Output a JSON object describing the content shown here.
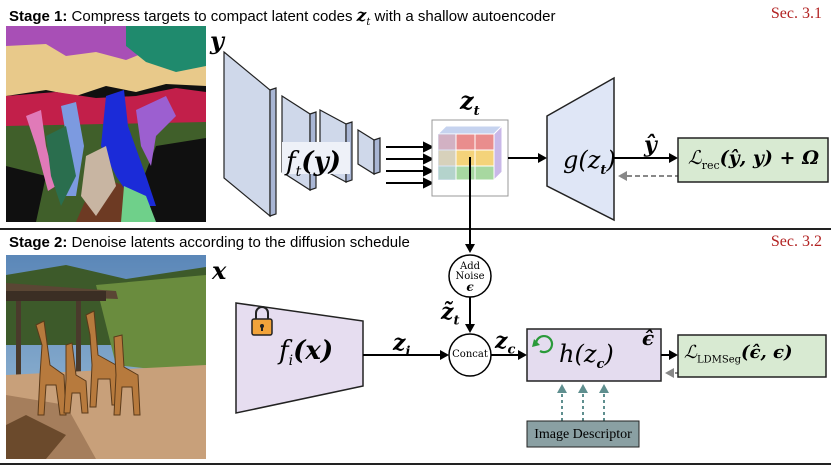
{
  "stage1": {
    "title_bold": "Stage 1:",
    "title_text": "Compress targets to compact latent codes",
    "title_math": "z",
    "title_sub": "t",
    "title_tail": "with a shallow autoencoder",
    "section": "Sec. 3.1",
    "image_label": "y",
    "encoder_label": "f",
    "encoder_sub": "t",
    "encoder_arg": "(y)",
    "latent_label": "z",
    "latent_sub": "t",
    "decoder_label": "g(z",
    "decoder_sub": "t",
    "decoder_close": ")",
    "output_label": "ŷ",
    "loss_label": "ℒ",
    "loss_sub": "rec",
    "loss_arg": "(ŷ, y) + Ω"
  },
  "stage2": {
    "title_bold": "Stage 2:",
    "title_text": "Denoise latents according to the diffusion schedule",
    "section": "Sec. 3.2",
    "image_label": "x",
    "add_noise_line1": "Add",
    "add_noise_line2": "Noise",
    "add_noise_line3": "ϵ",
    "noisy_latent_label": "z̃",
    "noisy_latent_sub": "t",
    "encoder_label": "f",
    "encoder_sub": "i",
    "encoder_arg": "(x)",
    "latent_label": "z",
    "latent_sub": "i",
    "concat_label": "Concat",
    "concat_out_label": "z",
    "concat_out_sub": "c",
    "denoiser_label": "h(z",
    "denoiser_sub": "c",
    "denoiser_close": ")",
    "output_label": "ϵ̂",
    "loss_label": "ℒ",
    "loss_sub": "LDMSeg",
    "loss_arg": "(ϵ̂, ϵ)",
    "descriptor_label": "Image Descriptor"
  },
  "colors": {
    "encoder_blue": "#cfd8ea",
    "decoder_blue": "#dfe6f6",
    "loss_green": "#d8ead2",
    "denoiser_purple": "#e4dcef",
    "encoder_purple": "#e6ddf0",
    "descriptor_gray": "#8aa0a3",
    "section_red": "#b22222"
  }
}
